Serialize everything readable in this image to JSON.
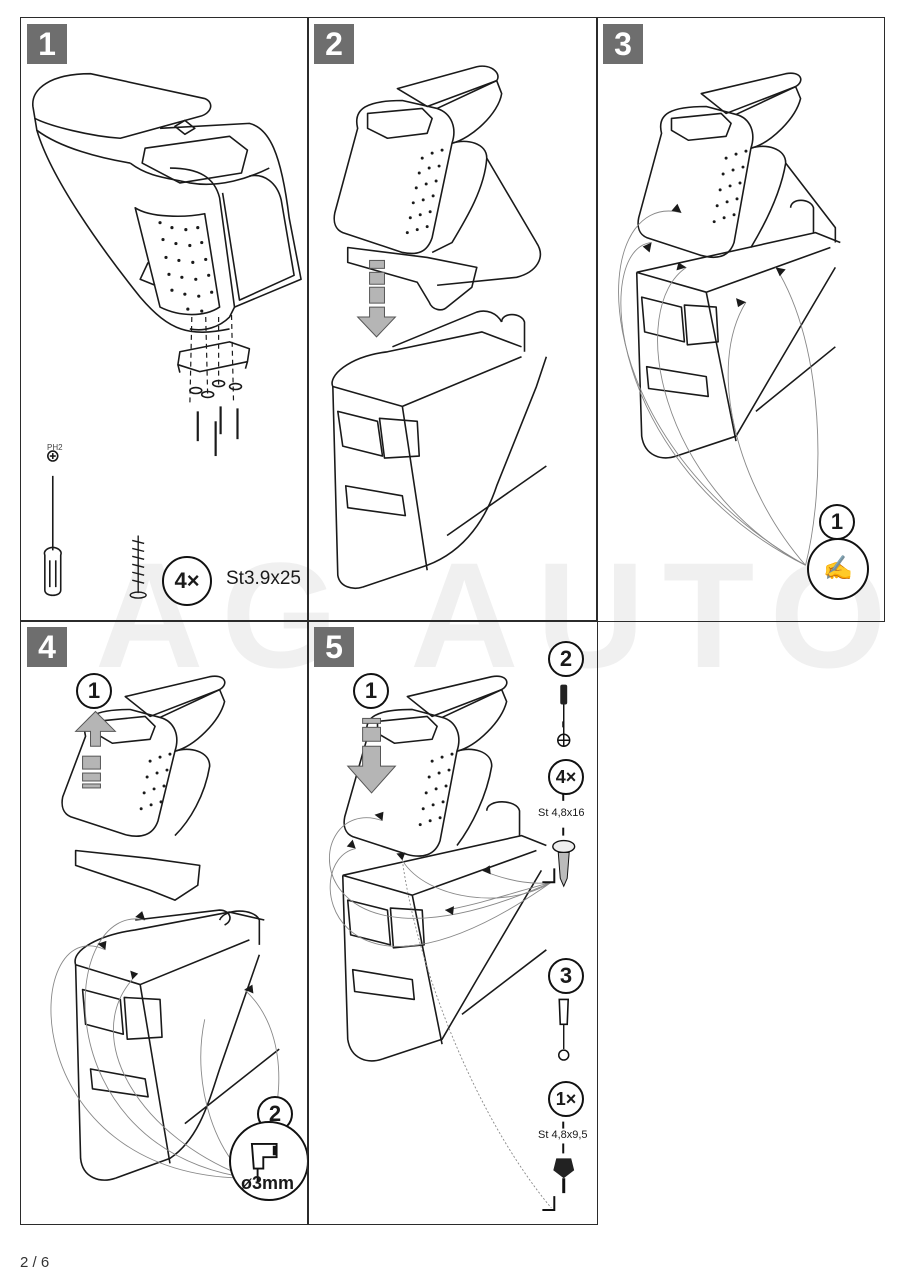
{
  "watermark": "AG AUTO",
  "page": {
    "number_label": "2 / 6"
  },
  "colors": {
    "badge": "#6e6e6e",
    "line": "#1a1a1a",
    "arrow_fill": "#b5b5b5"
  },
  "steps": [
    {
      "number": "1",
      "description": "Armrest with base plate, washers and screws",
      "tool_label": "PH2",
      "screw_qty": "4×",
      "screw_spec": "St3.9x25"
    },
    {
      "number": "2",
      "description": "Lower armrest onto console"
    },
    {
      "number": "3",
      "description": "Mark drilling points",
      "callout": "1"
    },
    {
      "number": "4",
      "description": "Remove armrest and drill holes",
      "callout_1": "1",
      "callout_2": "2",
      "drill_size": "ø3mm"
    },
    {
      "number": "5",
      "description": "Reinstall and fasten armrest",
      "callout_1": "1",
      "callout_2": "2",
      "callout_3": "3",
      "screw_a_qty": "4×",
      "screw_a_spec": "St 4,8x16",
      "screw_b_qty": "1×",
      "screw_b_spec": "St 4,8x9,5"
    }
  ]
}
